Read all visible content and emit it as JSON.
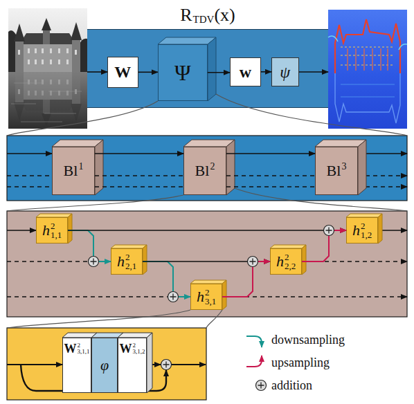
{
  "diagram": {
    "nodes": [
      {
        "text": [
          "R",
          "TDV",
          "(x)"
        ]
      },
      {
        "text": [
          "W"
        ],
        "in": 0
      },
      {
        "text": [
          "Ψ"
        ],
        "in": 0
      },
      {
        "text": [
          "w"
        ],
        "in": 0
      },
      {
        "text": [
          "ψ"
        ],
        "in": 0
      },
      {
        "text": [
          "Bl",
          "1"
        ]
      },
      {
        "text": [
          "Bl",
          "2"
        ]
      },
      {
        "text": [
          "Bl",
          "3"
        ]
      },
      {
        "text": [
          "h",
          "2",
          "1,1"
        ]
      },
      {
        "text": [
          "h",
          "2",
          "2,1"
        ]
      },
      {
        "text": [
          "h",
          "2",
          "3,1"
        ]
      },
      {
        "text": [
          "h",
          "2",
          "2,2"
        ]
      },
      {
        "text": [
          "h",
          "2",
          "1,2"
        ]
      },
      {
        "text": [
          "W",
          "2",
          "3,1,1"
        ]
      },
      {
        "text": [
          "φ"
        ]
      },
      {
        "text": [
          "W",
          "2",
          "3,1,2"
        ]
      }
    ],
    "edges": [
      {
        "from": 1,
        "to": 2,
        "arrow": "to"
      },
      {
        "from": 2,
        "to": 3,
        "arrow": "to"
      },
      {
        "from": 3,
        "to": 4,
        "arrow": "to"
      },
      {
        "from": 5,
        "to": 6,
        "arrow": "to"
      },
      {
        "from": 5,
        "to": 6,
        "arrow": "none"
      },
      {
        "from": 5,
        "to": 6,
        "arrow": "none"
      },
      {
        "from": 6,
        "to": 7,
        "arrow": "to"
      },
      {
        "from": 6,
        "to": 7,
        "arrow": "none"
      },
      {
        "from": 6,
        "to": 7,
        "arrow": "none"
      },
      {
        "from": 8,
        "to": 9,
        "arrow": "to"
      },
      {
        "from": 8,
        "to": 12,
        "arrow": "to"
      },
      {
        "from": 9,
        "to": 10,
        "arrow": "to"
      },
      {
        "from": 9,
        "to": 11,
        "arrow": "to"
      },
      {
        "from": 10,
        "to": 11,
        "arrow": "to"
      },
      {
        "from": 11,
        "to": 12,
        "arrow": "to"
      }
    ],
    "legend": [
      {
        "text": "downsampling"
      },
      {
        "text": "upsampling"
      },
      {
        "text": "addition"
      }
    ]
  }
}
